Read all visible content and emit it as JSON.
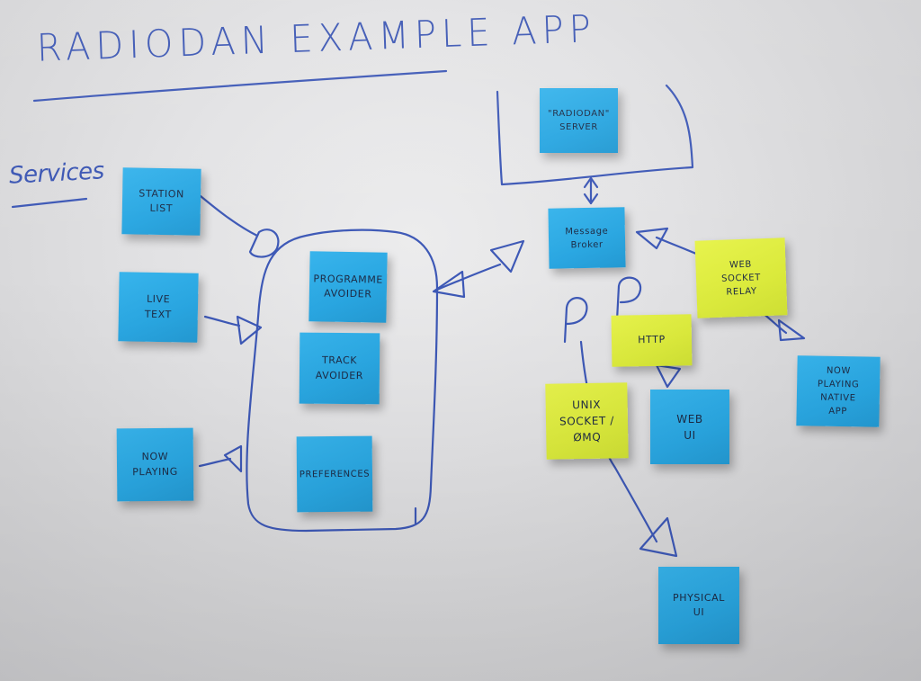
{
  "whiteboard": {
    "title": "RADIODAN EXAMPLE APP",
    "section_label": "Services",
    "notes": {
      "station_list": "STATION\nLIST",
      "live_text": "LIVE\nTEXT",
      "now_playing": "NOW\nPLAYING",
      "programme_avoider": "PROGRAMME\nAVOIDER",
      "track_avoider": "TRACK\nAVOIDER",
      "preferences": "PREFERENCES",
      "radiodan_server": "\"RADIODAN\"\nSERVER",
      "message_broker": "Message\nBroker",
      "web_socket_relay": "WEB\nSOCKET\nRELAY",
      "http": "HTTP",
      "unix_socket_zmq": "UNIX\nSOCKET /\nØMQ",
      "web_ui": "WEB\nUI",
      "now_playing_native_app": "NOW\nPLAYING\nNATIVE\nAPP",
      "physical_ui": "PHYSICAL\nUI"
    },
    "colors": {
      "board": "#e4e4e6",
      "marker": "#3d58b6",
      "blue_note": "#2aa8e3",
      "yellow_note": "#dcec3e"
    }
  }
}
